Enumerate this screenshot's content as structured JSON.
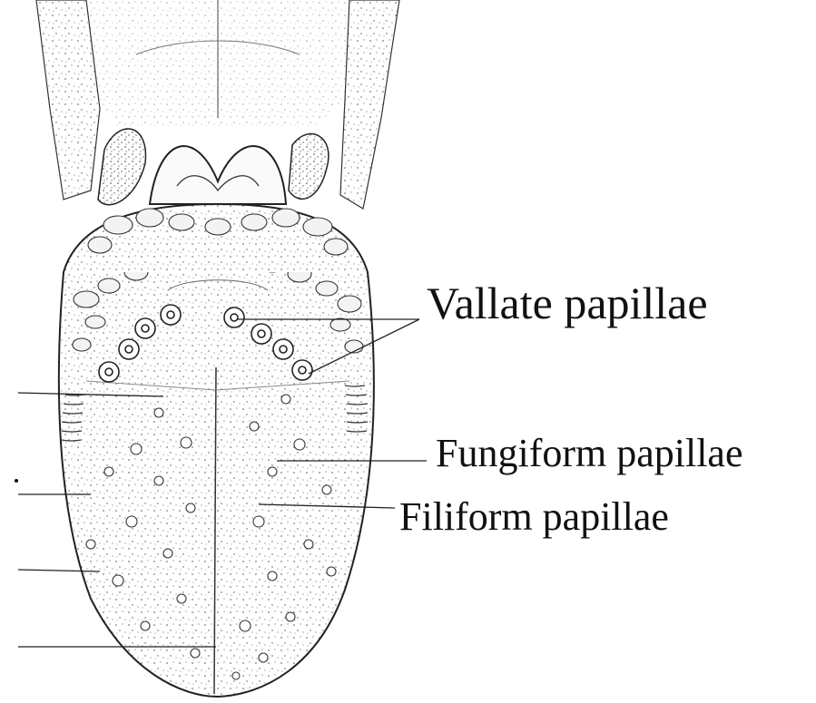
{
  "labels": {
    "vallate": "Vallate papillae",
    "fungiform": "Fungiform papillae",
    "filiform": "Filiform papillae"
  },
  "colors": {
    "ink": "#1a1a1a",
    "stipple": "#555555",
    "background": "#ffffff"
  },
  "icons": [
    "tongue-illustration"
  ]
}
